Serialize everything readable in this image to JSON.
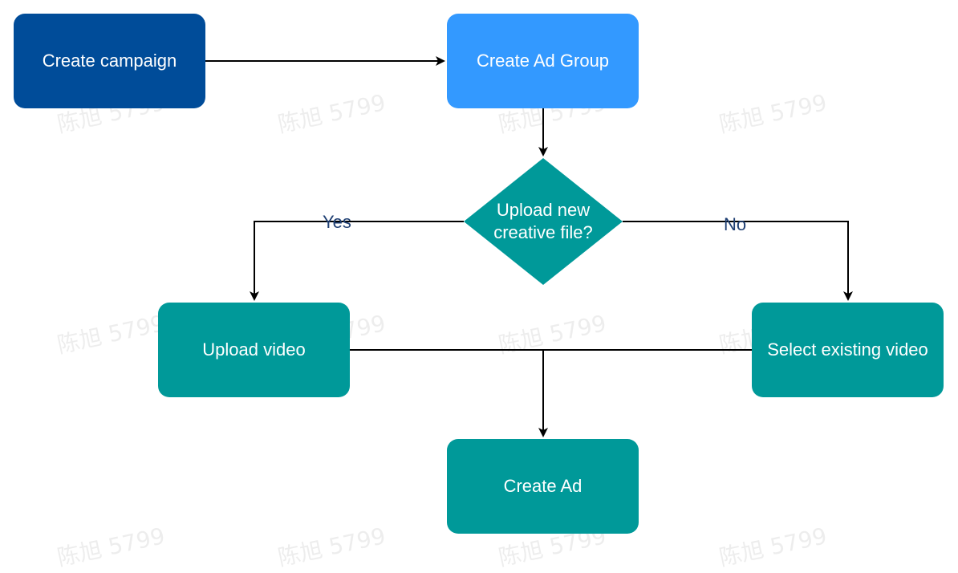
{
  "nodes": {
    "create_campaign": "Create campaign",
    "create_ad_group": "Create Ad Group",
    "decision": "Upload new\ncreative file?",
    "upload_video": "Upload video",
    "select_existing_video": "Select existing video",
    "create_ad": "Create Ad"
  },
  "edges": {
    "yes": "Yes",
    "no": "No"
  },
  "watermark": "陈旭 5799",
  "colors": {
    "campaign": "#004C99",
    "ad_group": "#3399FF",
    "step": "#009999",
    "decision": "#009999",
    "edge_label": "#1F3F73",
    "line": "#000000"
  }
}
